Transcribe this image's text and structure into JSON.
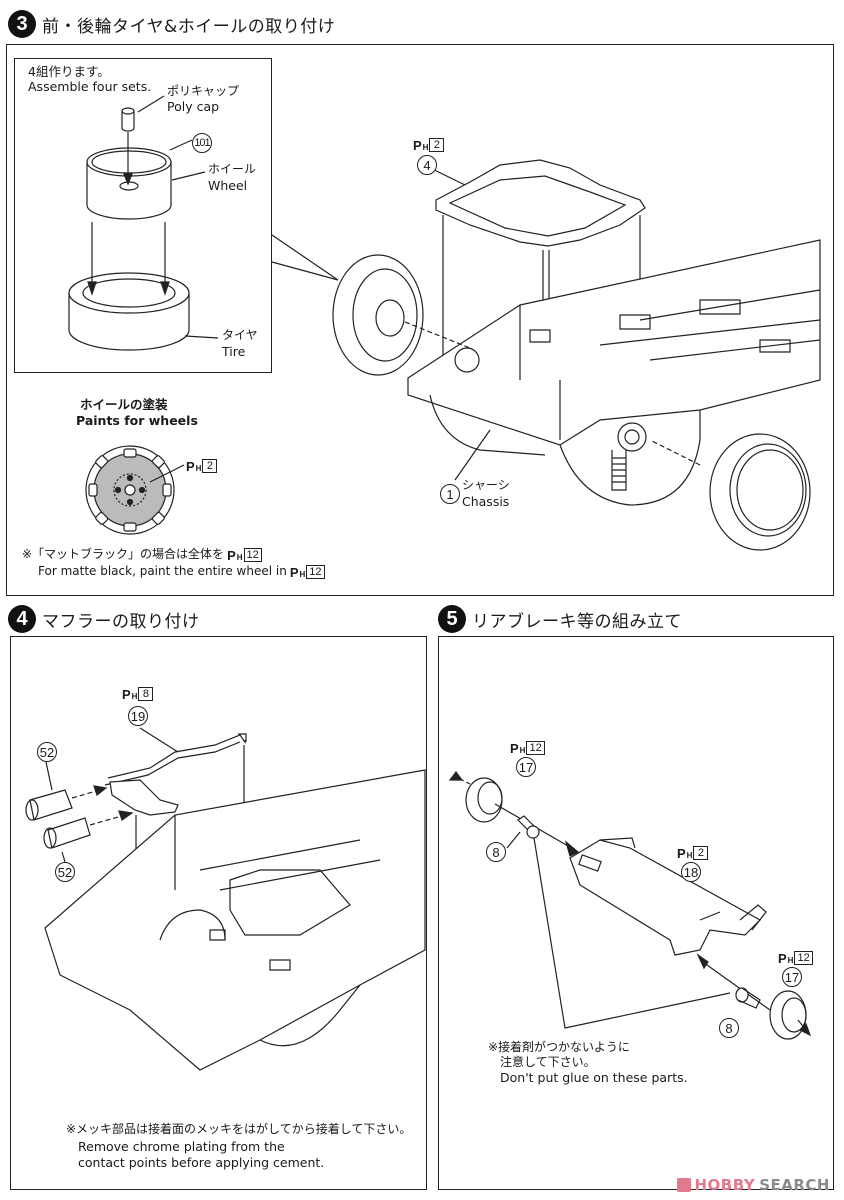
{
  "steps": [
    {
      "number": "3",
      "title": "前・後輪タイヤ&ホイールの取り付け",
      "inset": {
        "note_ja": "4組作ります。",
        "note_en": "Assemble four sets.",
        "labels": {
          "polycap_ja": "ポリキャップ",
          "polycap_en": "Poly cap",
          "wheel_part": "101",
          "wheel_ja": "ホイール",
          "wheel_en": "Wheel",
          "tire_ja": "タイヤ",
          "tire_en": "Tire"
        }
      },
      "paint_section": {
        "title_ja": "ホイールの塗装",
        "title_en": "Paints for wheels",
        "paint": {
          "prefix": "P",
          "sub": "H",
          "code": "2"
        },
        "footnote_ja": "※「マットブラック」の場合は全体を",
        "footnote_paint": {
          "prefix": "P",
          "sub": "H",
          "code": "12"
        },
        "footnote_en": "For matte black, paint the entire wheel in",
        "footnote_en_paint": {
          "prefix": "P",
          "sub": "H",
          "code": "12"
        }
      },
      "main": {
        "subframe": {
          "part": "4",
          "paint": {
            "prefix": "P",
            "sub": "H",
            "code": "2"
          }
        },
        "chassis": {
          "part": "1",
          "label_ja": "シャーシ",
          "label_en": "Chassis"
        }
      }
    },
    {
      "number": "4",
      "title": "マフラーの取り付け",
      "muffler": {
        "part": "19",
        "paint": {
          "prefix": "P",
          "sub": "H",
          "code": "8"
        }
      },
      "tips": [
        {
          "part": "52"
        },
        {
          "part": "52"
        }
      ],
      "note_ja": "※メッキ部品は接着面のメッキをはがしてから接着して下さい。",
      "note_en_1": "Remove chrome plating from the",
      "note_en_2": "contact points before applying cement."
    },
    {
      "number": "5",
      "title": "リアブレーキ等の組み立て",
      "drum_left": {
        "part": "17",
        "paint": {
          "prefix": "P",
          "sub": "H",
          "code": "12"
        }
      },
      "drum_right": {
        "part": "17",
        "paint": {
          "prefix": "P",
          "sub": "H",
          "code": "12"
        }
      },
      "axle": {
        "part": "18",
        "paint": {
          "prefix": "P",
          "sub": "H",
          "code": "2"
        }
      },
      "pins": [
        {
          "part": "8"
        },
        {
          "part": "8"
        }
      ],
      "note_ja_1": "※接着剤がつかないように",
      "note_ja_2": "注意して下さい。",
      "note_en": "Don't put glue on these parts."
    }
  ],
  "watermark": {
    "brand_a": "HOBBY",
    "brand_b": "SEARCH",
    "logo_color": "#e07a8c",
    "text_color": "#8a8a8a"
  }
}
